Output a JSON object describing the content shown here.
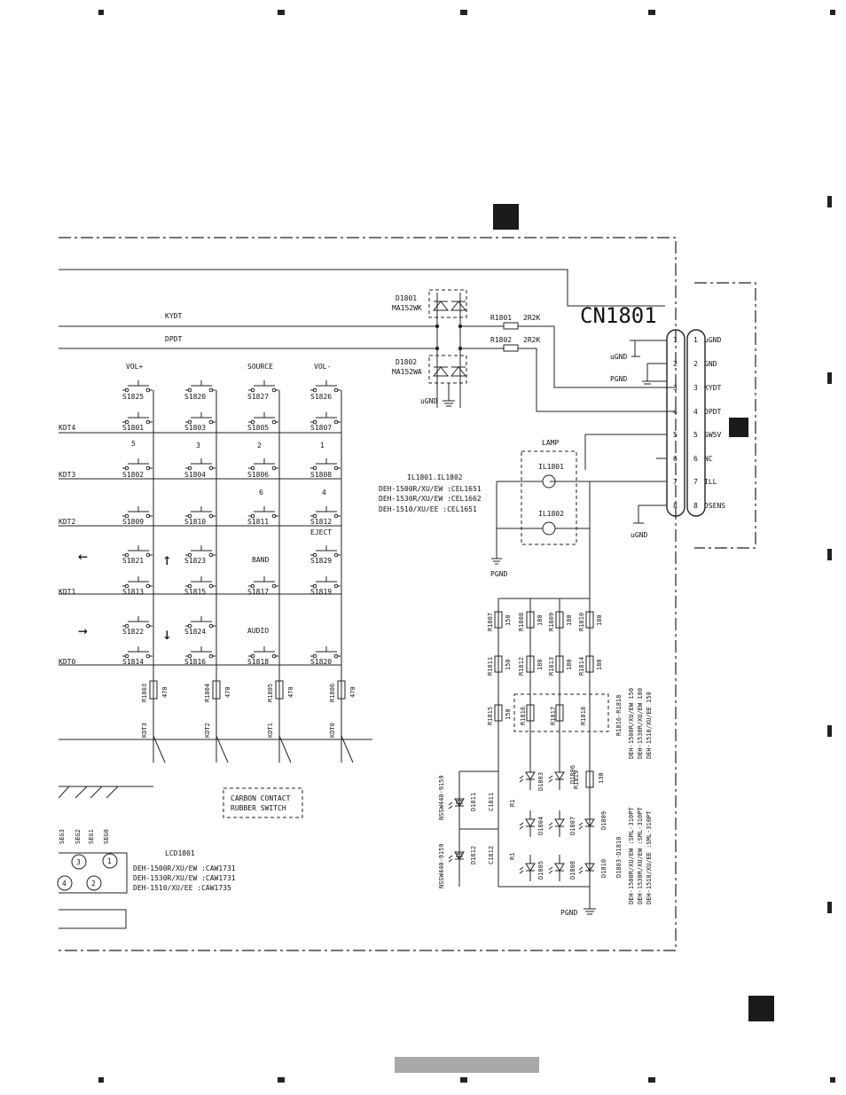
{
  "connector": {
    "ref": "CN1801",
    "pins": [
      "1",
      "2",
      "3",
      "4",
      "5",
      "6",
      "7",
      "8"
    ],
    "signals": [
      "uGND",
      "GND",
      "KYDT",
      "DPDT",
      "SW5V",
      "NC",
      "ILL",
      "DSENS"
    ]
  },
  "nets": {
    "kydt": "KYDT",
    "dpdt": "DPDT",
    "ugnd": "uGND",
    "pgnd": "PGND",
    "kd3": "KDT4",
    "kd2": "KDT3",
    "kd1": "KDT2",
    "kd0": "KDT1",
    "kdm": "KDT0"
  },
  "diodes": {
    "d1801": "D1801",
    "d1801_part": "MA152WK",
    "d1802": "D1802",
    "d1802_part": "MA152WA"
  },
  "resistors": {
    "r1801": "R1801",
    "r1801_val": "2R2K",
    "r1802": "R1802",
    "r1802_val": "2R2K",
    "r1803": "R1803",
    "r1804": "R1804",
    "r1805": "R1805",
    "r1806": "R1806",
    "r_col_val": "470"
  },
  "switches": {
    "row_vol": [
      "S1825",
      "S1820",
      "S1827",
      "S1826"
    ],
    "row_kdt4": [
      "S1801",
      "S1803",
      "S1805",
      "S1807"
    ],
    "row_kdt3": [
      "S1802",
      "S1804",
      "S1806",
      "S1808"
    ],
    "row_kdt2": [
      "S1809",
      "S1810",
      "S1811",
      "S1812"
    ],
    "row_upper": [
      "S1821",
      "S1823",
      "S1829"
    ],
    "row_kdt1": [
      "S1813",
      "S1815",
      "S1817",
      "S1819"
    ],
    "row_lower": [
      "S1822",
      "S1824"
    ],
    "row_kdt0": [
      "S1814",
      "S1816",
      "S1818",
      "S1820"
    ]
  },
  "key_labels": {
    "vol_up": "VOL+",
    "source": "SOURCE",
    "vol_down": "VOL-",
    "k5": "5",
    "k3": "3",
    "k2": "2",
    "k1": "1",
    "k6": "6",
    "k4": "4",
    "eject": "EJECT",
    "band": "BAND",
    "audio": "AUDIO",
    "arrow_left": "←",
    "arrow_up": "↑",
    "arrow_right": "→",
    "arrow_down": "↓"
  },
  "col_nets": [
    "KDT3",
    "KDT2",
    "KDT1",
    "KDT0"
  ],
  "lamp": {
    "title": "LAMP",
    "il1": "IL1801",
    "il2": "IL1802",
    "header": "IL1801.IL1802",
    "variants": [
      "DEH-1500R/XU/EW :CEL1651",
      "DEH-1530R/XU/EW :CEL1662",
      "DEH-1510/XU/EE  :CEL1651"
    ]
  },
  "led_resistors": {
    "r1807": "R1807",
    "v1807": "150",
    "r1808": "R1808",
    "v1808": "180",
    "r1809": "R1809",
    "v1809": "180",
    "r1810": "R1810",
    "v1810": "180",
    "r1811": "R1811",
    "v1811": "150",
    "r1812": "R1812",
    "v1812": "180",
    "r1813": "R1813",
    "v1813": "180",
    "r1814": "R1814",
    "v1814": "180",
    "r1815": "R1815",
    "v1815": "150",
    "r1816": "R1816",
    "r1817": "R1817",
    "r1818": "R1818",
    "r1819": "R1819",
    "v1819": "130"
  },
  "r_range_note": [
    "R1816-R1818",
    "DEH-1500R/XU/EW 150",
    "DEH-1530R/XU/EW 180",
    "DEH-1510/XU/EE  150"
  ],
  "leds": {
    "d1803": "D1803",
    "d1804": "D1804",
    "d1805": "D1805",
    "d1806": "D1806",
    "d1807": "D1807",
    "d1808": "D1808",
    "d1809": "D1809",
    "d1810": "D1810",
    "d1811": "D1811",
    "d1812": "D1812",
    "c1811": "C1811",
    "c1812": "C1812",
    "r1": "R1",
    "nssw1": "NSSW440-9159",
    "nssw2": "NSSW440-9159"
  },
  "led_note": [
    "D1803-D1810",
    "DEH-1500R/XU/EW :SML-310PT",
    "DEH-1530R/XU/EW :SML-310PT",
    "DEH-1510/XU/EE  :SML-310PT"
  ],
  "carbon": [
    "CARBON CONTACT",
    "RUBBER SWITCH"
  ],
  "lcd": {
    "ref": "LCD1801",
    "segs": [
      "SEG3",
      "SEG2",
      "SEG1",
      "SEG0"
    ],
    "variants": [
      "DEH-1500R/XU/EW :CAW1731",
      "DEH-1530R/XU/EW :CAW1731",
      "DEH-1510/XU/EE  :CAW1735"
    ],
    "pins": [
      "3",
      "1",
      "4",
      "2"
    ]
  }
}
